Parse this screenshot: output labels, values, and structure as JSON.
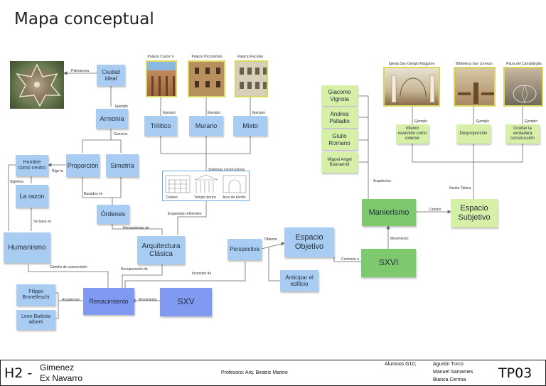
{
  "title": "Mapa conceptual",
  "nodes": {
    "ciudad_ideal": "Ciudad ideal",
    "armonia": "Armonía",
    "proporcion": "Proporción",
    "simetria": "Simetría",
    "hombre_centro": "Hombre como centro",
    "la_razon": "La razon",
    "humanismo": "Humanismo",
    "ordenes": "Órdenes",
    "arquitectura_clasica": "Arquitectura Clásica",
    "renacimiento": "Renacimiento",
    "sxv": "SXV",
    "filippo": "Filippo Brunelleschi",
    "leon": "Leon Battista Alberti",
    "trilitico": "Trilítico",
    "murario": "Murario",
    "mixto": "Mixto",
    "perspectiva": "Perspectiva",
    "espacio_objetivo": "Espacio Objetivo",
    "anticipar": "Anticipar el edificio",
    "sxvi": "SXVI",
    "manierismo": "Manierismo",
    "espacio_subjetivo": "Espacio Subjetivo",
    "giacomo": "Giacomo Vignola",
    "andrea": "Andrea Palladio",
    "giulio": "Giulio Romano",
    "miguel": "Miguel Angel Buonarroti",
    "interior": "Interior revestido como exterior",
    "desproporcion": "Desproporción",
    "ocultar": "Ocultar la verdadera construcción"
  },
  "labels": {
    "palmanova": "Palmanova",
    "ejemplo": "Ejemplo",
    "generan": "Generan",
    "rige_la": "Rige la",
    "basados_en": "Basados en",
    "significa": "Significa",
    "se_basa_en": "Se basa en",
    "herramientas_de": "Herramientas de",
    "esquemas_referentes": "Esquemas referentes",
    "sistemas_constructivos": "Sistemas constructivos",
    "cambio_cosmovision": "Cambio de cosmovisión",
    "recuperacion_de": "Recuperación de",
    "inversion_de": "Inversión de",
    "arquitectos": "Arquitectos",
    "movimiento": "Movimiento",
    "obtener": "Obtener",
    "contraria_a": "Contraria a",
    "cambio": "Cambio",
    "ilusion_optica": "Ilusión Óptica"
  },
  "photos": {
    "palacio_carlos": "Palacio Carlos V",
    "palacio_piccolomini": "Palacio Piccolomini",
    "palacio_rucellai": "Palacio Rucellai",
    "san_giorgio": "Iglesia San Giorgio Maggiore",
    "san_lorenzo": "Biblioteca San Lorenzo",
    "campidoglio": "Plaza del Campidoglio"
  },
  "sistemas": {
    "coliseo": "Coliseo",
    "templo": "Templo dorico",
    "arco": "Arco de triunfo"
  },
  "footer": {
    "h2": "H2 -",
    "name1": "Gimenez",
    "name2": "Ex Navarro",
    "profesora": "Profesora: Arq. Beatriz Marino",
    "alumnos": "Alumnos G10;",
    "student1": "Agustin Turco",
    "student2": "Manuel Samames",
    "student3": "Bianca Cerrina",
    "tp": "TP03"
  },
  "colors": {
    "blue": "#a9cdf2",
    "violet": "#7f9af0",
    "green": "#7ec86e",
    "light_green": "#d6f0a8"
  }
}
